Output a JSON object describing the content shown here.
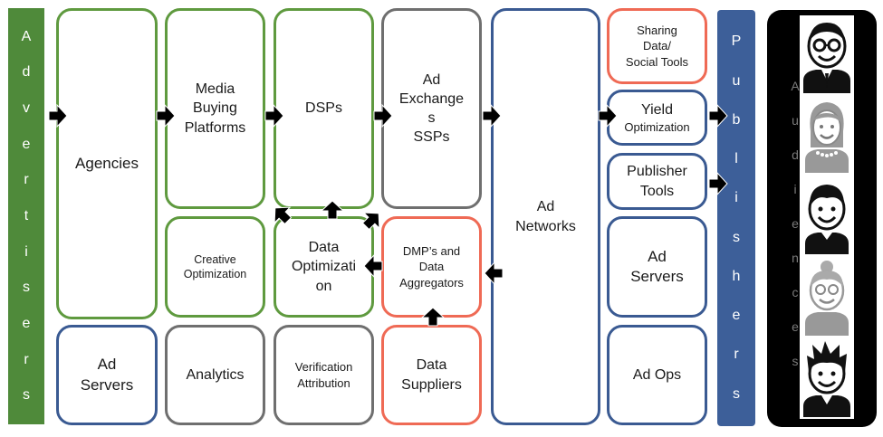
{
  "advertisers": {
    "letters": [
      "A",
      "d",
      "v",
      "e",
      "r",
      "t",
      "i",
      "s",
      "e",
      "r",
      "s"
    ]
  },
  "publishers": {
    "letters": [
      "P",
      "u",
      "b",
      "l",
      "i",
      "s",
      "h",
      "e",
      "r",
      "s"
    ]
  },
  "audiences": {
    "letters": [
      "A",
      "u",
      "d",
      "i",
      "e",
      "n",
      "c",
      "e",
      "s"
    ]
  },
  "boxes": {
    "agencies": "Agencies",
    "ad_servers_left": "Ad\nServers",
    "media_buying": "Media\nBuying\nPlatforms",
    "creative_opt": "Creative\nOptimization",
    "analytics": "Analytics",
    "dsps": "DSPs",
    "data_opt": "Data\nOptimizati\non",
    "verification": "Verification\nAttribution",
    "ad_exchanges": "Ad\nExchange\ns\nSSPs",
    "dmps": "DMP’s and\nData\nAggregators",
    "data_suppliers": "Data\nSuppliers",
    "ad_networks": "Ad\nNetworks",
    "sharing_data": "Sharing\nData/\nSocial Tools",
    "yield_title": "Yield",
    "yield_sub": "Optimization",
    "publisher_tools": "Publisher\nTools",
    "ad_servers_right": "Ad\nServers",
    "ad_ops": "Ad Ops"
  },
  "colors": {
    "green": "#5f9a3f",
    "gray": "#6f6f6f",
    "blue": "#3a5a92",
    "orange": "#ef6a55",
    "advertisers_bar": "#4f8a3a",
    "publishers_bar": "#3d5f99"
  },
  "icons": [
    "arrow-right-icon",
    "arrow-up-icon",
    "arrow-left-icon",
    "nerd-man-face-icon",
    "woman-face-icon",
    "boy-face-icon",
    "grandma-face-icon",
    "punk-man-face-icon"
  ]
}
